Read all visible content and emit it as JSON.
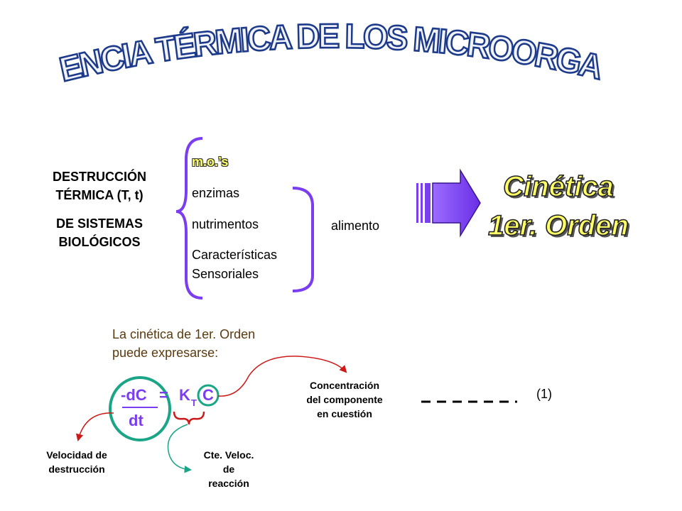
{
  "title": "RESISTENCIA TÉRMICA DE LOS MICROORGANISMOS",
  "left": {
    "line1": "DESTRUCCIÓN",
    "line2": "TÉRMICA (T, t)",
    "line3": "DE SISTEMAS",
    "line4": "BIOLÓGICOS"
  },
  "list": {
    "mos": "m.o.’s",
    "enzimas": "enzimas",
    "nutrimentos": "nutrimentos",
    "caracteristicas": "Características",
    "sensoriales": "Sensoriales"
  },
  "alimento": "alimento",
  "kinetics": {
    "line1": "Cinética",
    "line2": "1er. Orden"
  },
  "intro": {
    "line1": "La cinética de 1er. Orden",
    "line2": "puede expresarse:"
  },
  "equation": {
    "neg": "-",
    "dC": "dC",
    "equals": "=",
    "K": "K",
    "sub": "T",
    "C": "C",
    "dt": "dt"
  },
  "labels": {
    "concentracion": [
      "Concentración",
      "del componente",
      "en cuestión"
    ],
    "velocidad": [
      "Velocidad de",
      "destrucción"
    ],
    "cte": [
      "Cte. Veloc.",
      "de",
      "reacción"
    ]
  },
  "eq_number": "(1)",
  "colors": {
    "title_fill": "#f0f3fb",
    "title_stroke": "#1d3a8a",
    "bracket": "#7a3df0",
    "wordart_fill": "#ffff66",
    "arrow_fill": "#7a3df0",
    "circle": "#1aa586",
    "red_arrow": "#cc1a1a",
    "teal_arrow": "#1aa586",
    "brace": "#cc1a1a"
  }
}
